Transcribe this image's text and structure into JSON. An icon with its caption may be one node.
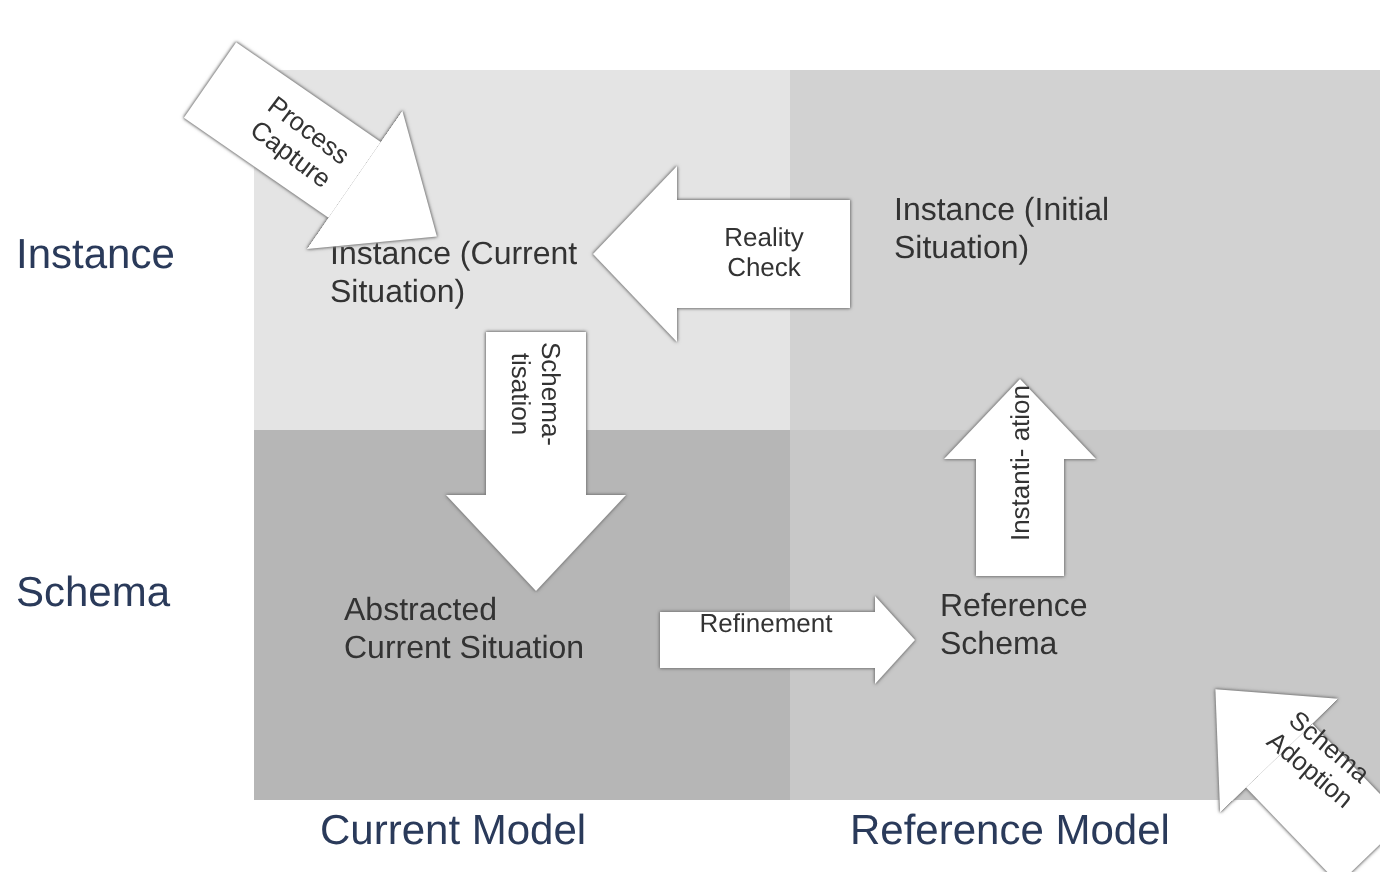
{
  "diagram": {
    "nodes": [
      {
        "text": [
          "Instance (Current Situation)"
        ]
      },
      {
        "text": [
          "Instance (Initial Situation)"
        ]
      },
      {
        "text": [
          "Abstracted Current Situation"
        ]
      },
      {
        "text": [
          "Reference Schema"
        ]
      }
    ],
    "edges": [
      {
        "from": null,
        "to": 0,
        "arrow": "to",
        "label": "Process Capture"
      },
      {
        "from": 1,
        "to": 0,
        "arrow": "to",
        "label": "Reality Check"
      },
      {
        "from": 0,
        "to": 2,
        "arrow": "to",
        "label": "Schema- tisation"
      },
      {
        "from": 2,
        "to": 3,
        "arrow": "to",
        "label": "Refinement"
      },
      {
        "from": 3,
        "to": 1,
        "arrow": "to",
        "label": "Instanti- ation"
      },
      {
        "from": null,
        "to": 3,
        "arrow": "to",
        "label": "Schema Adoption"
      }
    ],
    "labels": [
      "Instance",
      "Schema",
      "Current Model",
      "Reference Model"
    ]
  }
}
